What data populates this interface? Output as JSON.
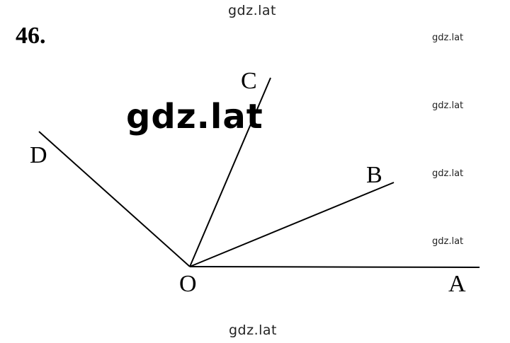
{
  "watermark": {
    "top": "gdz.lat",
    "bottom": "gdz.lat",
    "large": "gdz.lat",
    "side": [
      "gdz.lat",
      "gdz.lat",
      "gdz.lat",
      "gdz.lat"
    ]
  },
  "problem_number": "46.",
  "points": {
    "C": "C",
    "D": "D",
    "B": "B",
    "O": "O",
    "A": "A"
  },
  "rays": [
    "OA",
    "OB",
    "OC",
    "OD"
  ],
  "colors": {
    "line": "#000000",
    "background": "#ffffff"
  }
}
